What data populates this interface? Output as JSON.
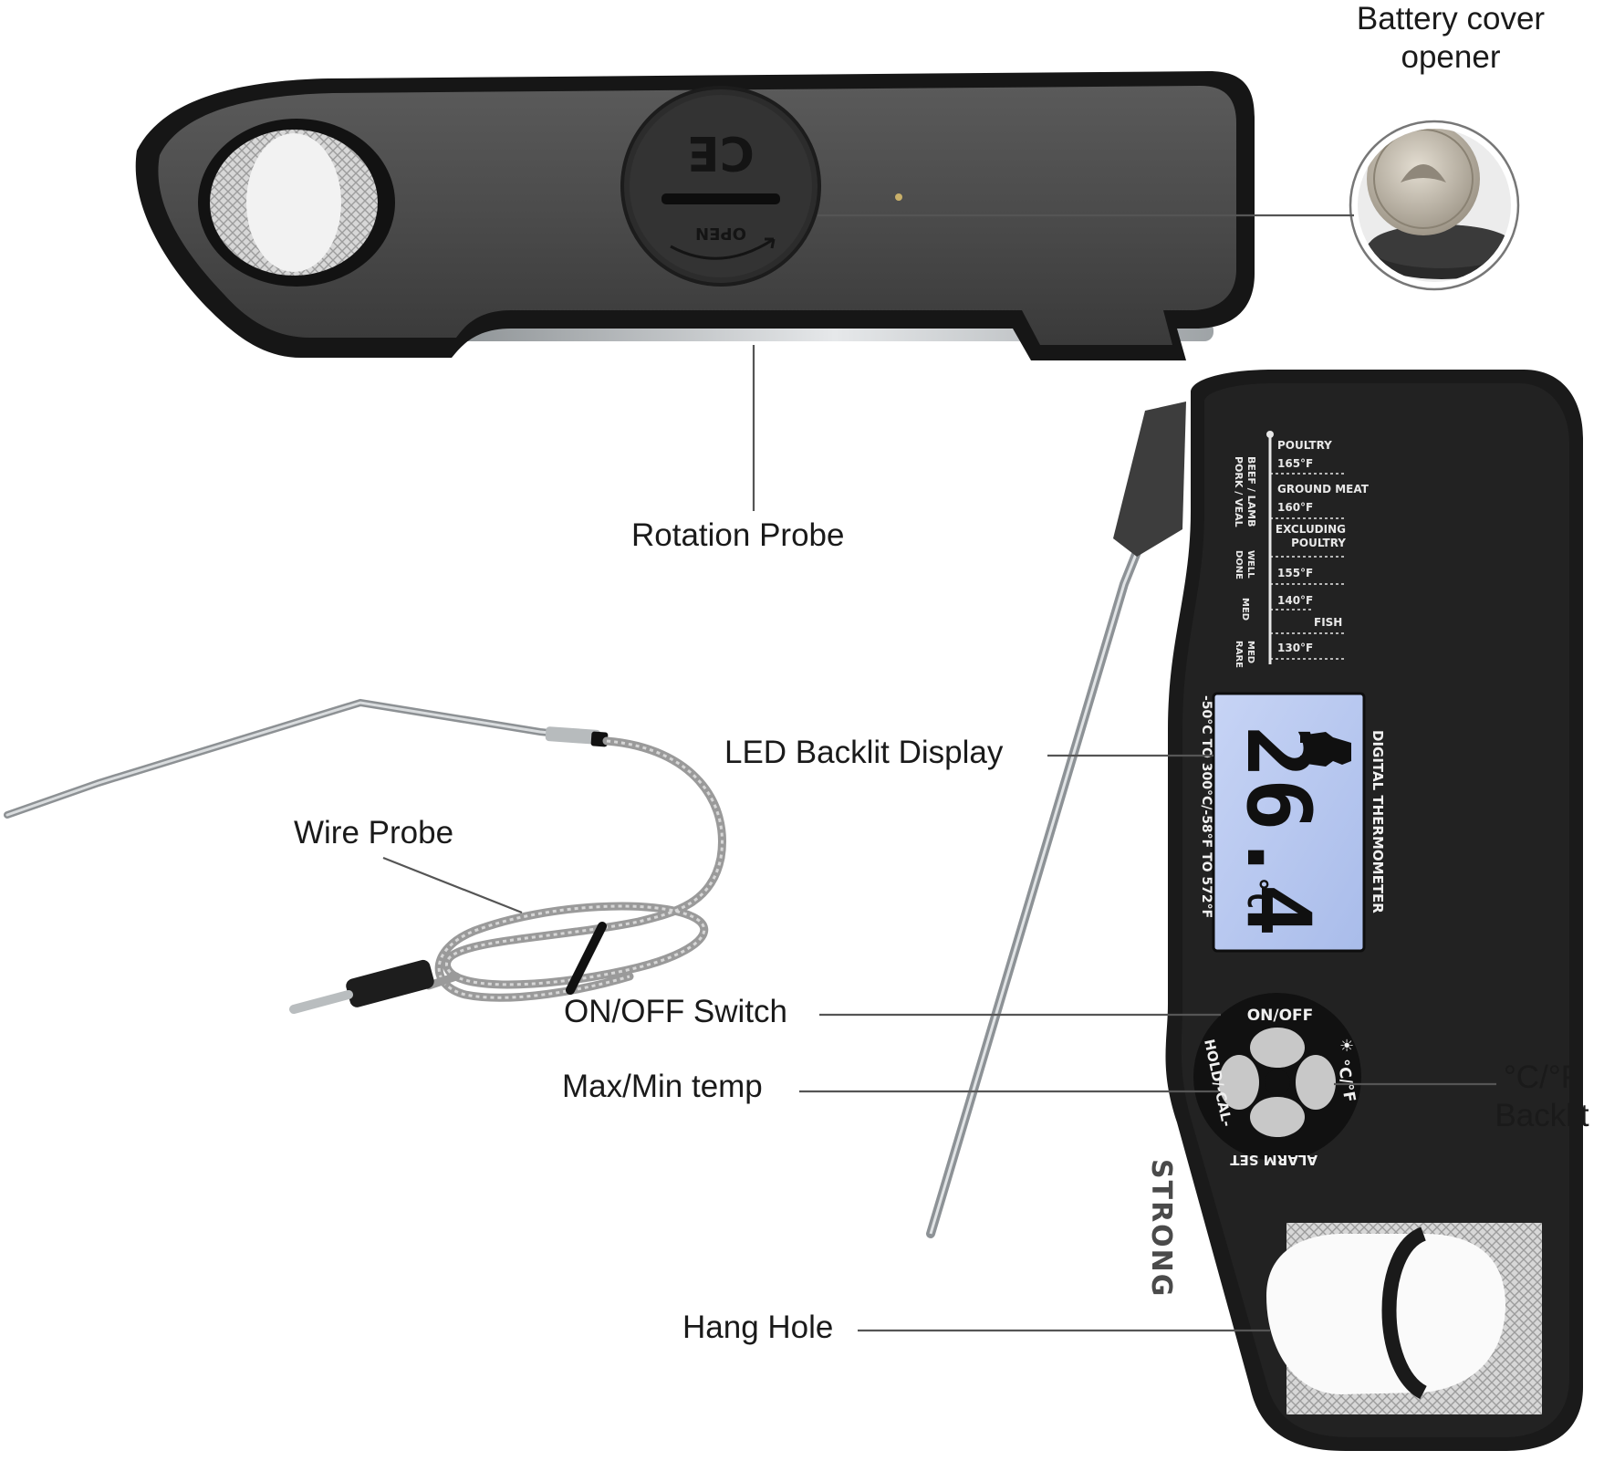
{
  "callouts": {
    "battery_cover_line1": "Battery cover",
    "battery_cover_line2": "opener",
    "rotation_probe": "Rotation Probe",
    "led_backlit_display": "LED Backlit Display",
    "wire_probe": "Wire Probe",
    "on_off_switch": "ON/OFF Switch",
    "max_min_temp": "Max/Min temp",
    "cf_backlit_line1": "°C/°F",
    "cf_backlit_line2": "Backlit",
    "hang_hole": "Hang Hole"
  },
  "battery_cover": {
    "ce_mark": "CE",
    "open_label": "OPEN"
  },
  "temp_chart": {
    "items": [
      {
        "label": "POULTRY",
        "temp": "165°F"
      },
      {
        "label": "GROUND MEAT",
        "temp": "160°F"
      },
      {
        "label_line1": "EXCLUDING",
        "label_line2": "POULTRY"
      },
      {
        "temp": "155°F"
      },
      {
        "temp": "140°F",
        "label": "FISH"
      },
      {
        "temp": "130°F"
      }
    ],
    "side_labels": {
      "beef_lamb": "BEEF / LAMB",
      "pork_veal": "PORK / VEAL",
      "well": "WELL",
      "done": "DONE",
      "med": "MED",
      "med_rare_1": "MED",
      "med_rare_2": "RARE"
    }
  },
  "lcd": {
    "reading": "26.4",
    "unit": "°C",
    "title": "DIGITAL THERMOMETER",
    "range": "-50°C TO 300°C/-58°F TO 572°F"
  },
  "buttons": {
    "on_off": "ON/OFF",
    "hold_cal": "HOLD/-CAL-",
    "cf": "°C/°F",
    "alarm_set": "ALARM SET"
  },
  "brand": "STRONG",
  "colors": {
    "body_dark": "#1b1b1b",
    "body_grey": "#4a4a4a",
    "lcd_backlight": "#b9c9f0",
    "steel": "#bfc3c6"
  }
}
